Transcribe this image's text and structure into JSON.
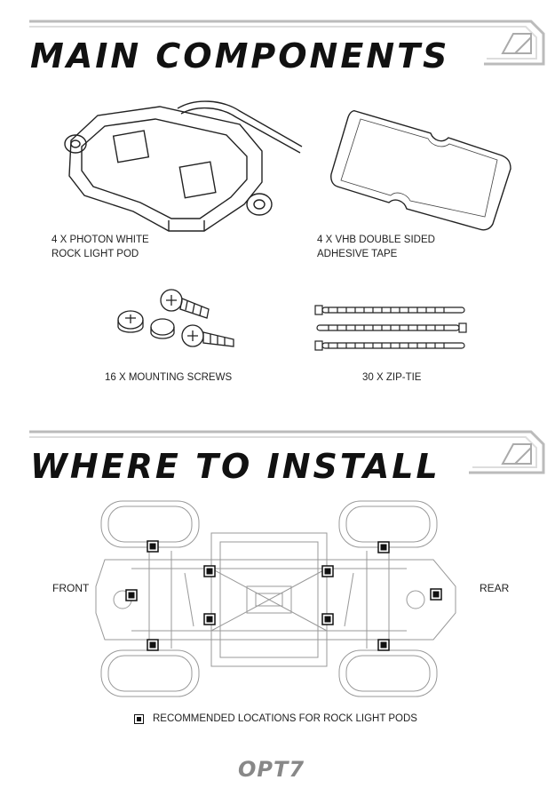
{
  "sections": {
    "components_title": "MAIN COMPONENTS",
    "install_title": "WHERE TO INSTALL"
  },
  "components": [
    {
      "line1": "4 X PHOTON WHITE",
      "line2": "ROCK LIGHT POD"
    },
    {
      "line1": "4 X VHB DOUBLE SIDED",
      "line2": "ADHESIVE TAPE"
    },
    {
      "line1": "16 X MOUNTING SCREWS"
    },
    {
      "line1": "30 X ZIP-TIE"
    }
  ],
  "install": {
    "front_label": "FRONT",
    "rear_label": "REAR",
    "legend_text": "RECOMMENDED LOCATIONS  FOR ROCK LIGHT PODS"
  },
  "footer": {
    "logo_text": "OPT7"
  }
}
